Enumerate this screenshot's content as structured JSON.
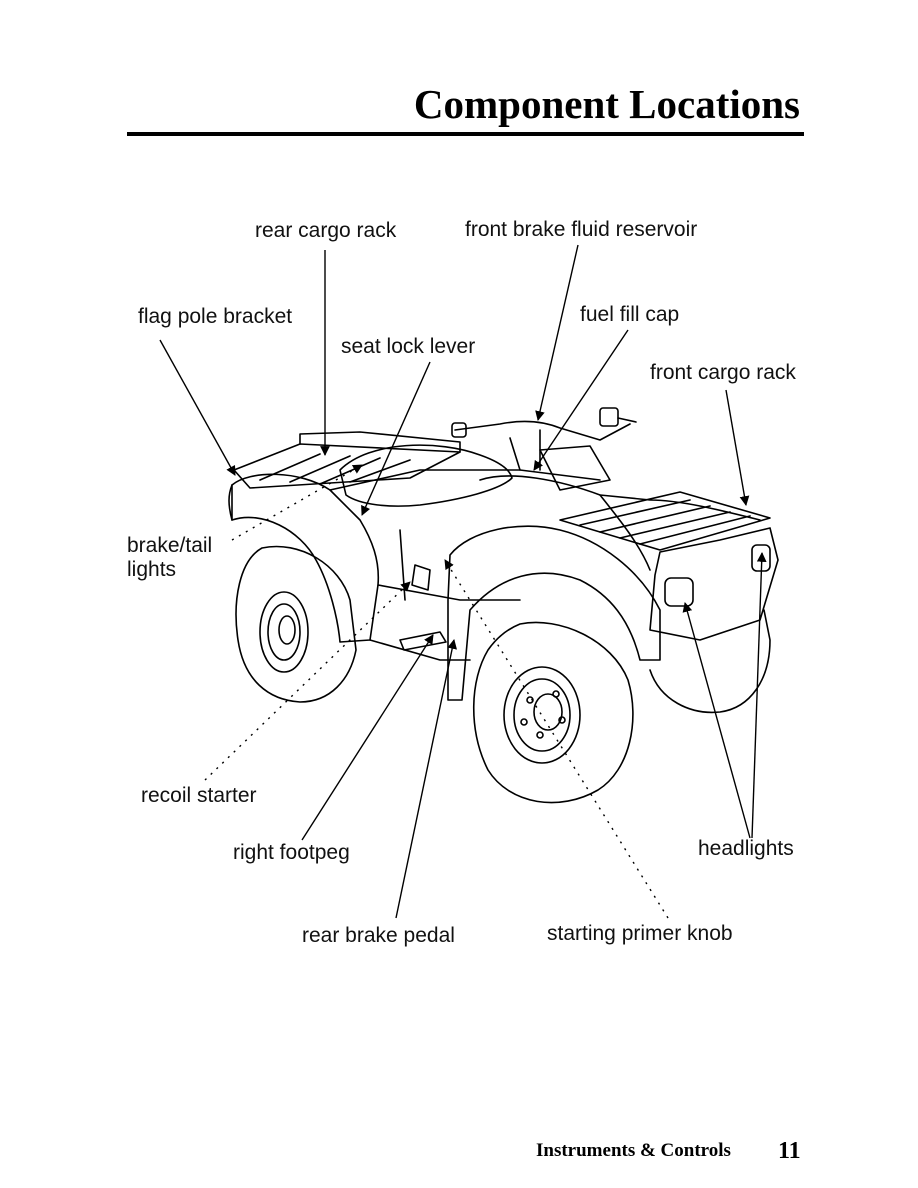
{
  "page": {
    "title": "Component Locations",
    "footer_section": "Instruments & Controls",
    "page_number": "11"
  },
  "labels": {
    "rear_cargo_rack": "rear cargo rack",
    "front_brake_fluid_reservoir": "front brake fluid reservoir",
    "flag_pole_bracket": "flag pole bracket",
    "fuel_fill_cap": "fuel fill cap",
    "seat_lock_lever": "seat lock lever",
    "front_cargo_rack": "front cargo rack",
    "brake_tail": "brake/tail",
    "lights": "lights",
    "recoil_starter": "recoil starter",
    "right_footpeg": "right footpeg",
    "headlights": "headlights",
    "rear_brake_pedal": "rear brake pedal",
    "starting_primer_knob": "starting primer knob"
  }
}
